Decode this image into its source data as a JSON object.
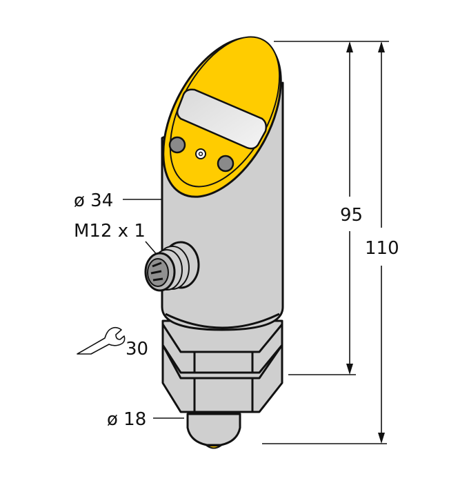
{
  "diagram": {
    "subject": "pressure sensor with rotatable display head",
    "colors": {
      "housing": "#cfcfcf",
      "head": "#ffcc00",
      "outline": "#111111",
      "display": "#e6e6e6",
      "button": "#8a8a8a",
      "background": "#ffffff"
    },
    "labels": {
      "housing_diameter": "ø 34",
      "connector": "M12 x 1",
      "wrench_size": "30",
      "process_diameter": "ø 18",
      "height_to_hex": "95",
      "total_height": "110"
    },
    "icons": {
      "wrench": "wrench-icon"
    }
  }
}
